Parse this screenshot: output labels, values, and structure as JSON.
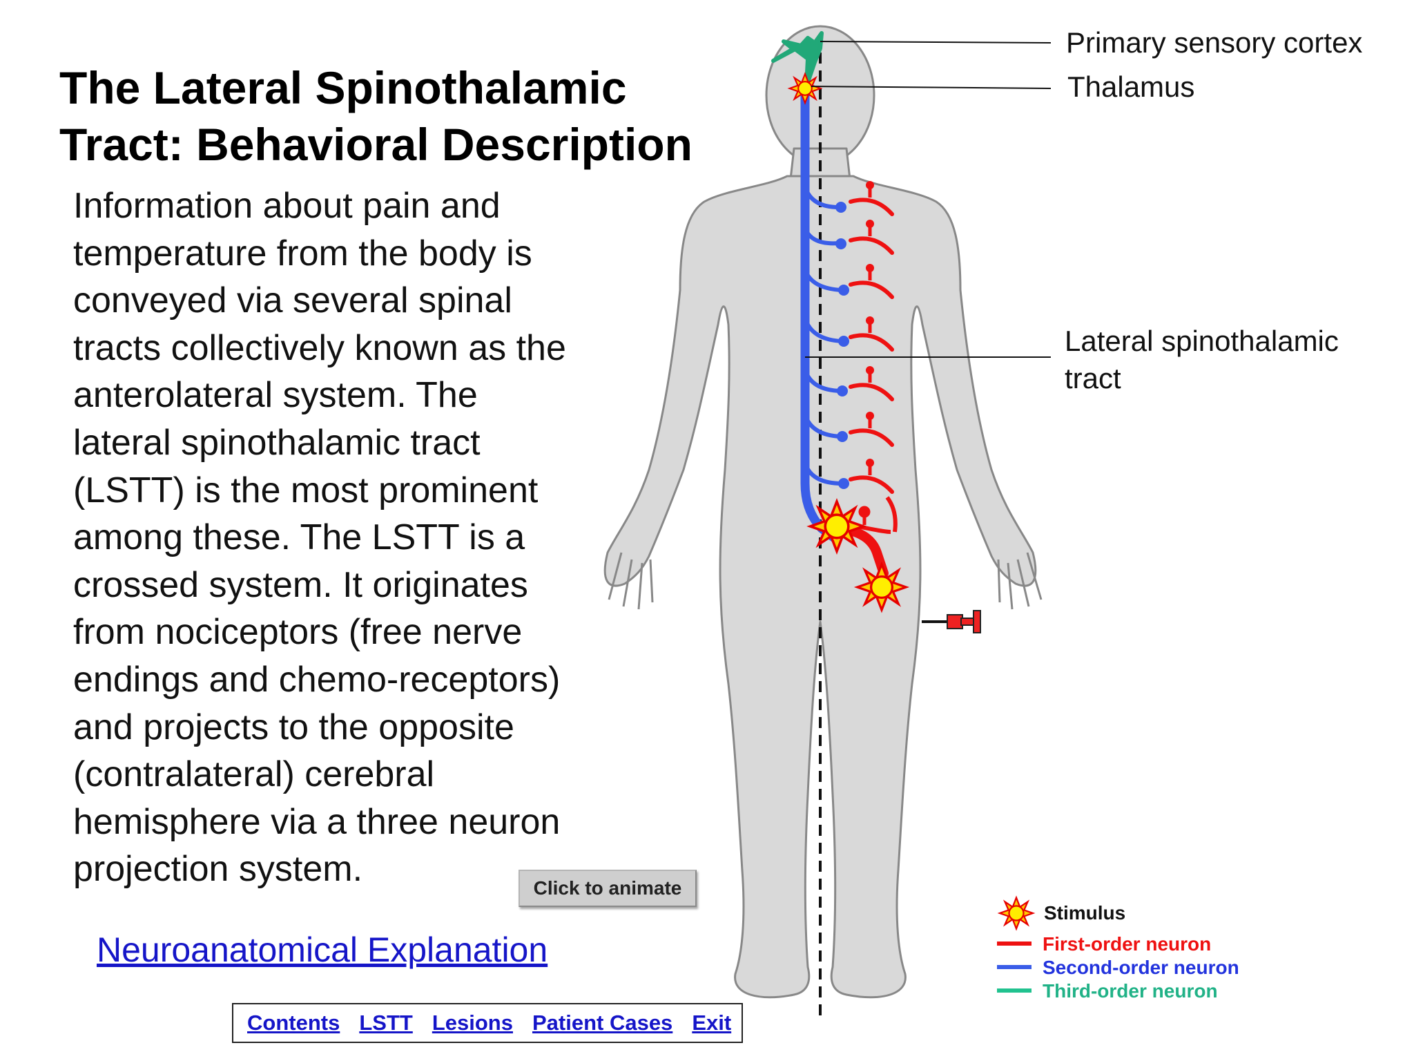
{
  "title_lines": [
    "The Lateral Spinothalamic",
    "Tract: Behavioral Description"
  ],
  "body_lines": [
    "Information about pain and",
    "temperature from the body is",
    "conveyed via several spinal",
    "tracts collectively known as the",
    "anterolateral system. The",
    "lateral spinothalamic tract",
    "(LSTT) is the most prominent",
    "among these. The LSTT is a",
    "crossed system. It originates",
    "from nociceptors (free nerve",
    "endings and chemo-receptors)",
    "and projects to the opposite",
    "(contralateral) cerebral",
    "hemisphere via a three neuron",
    "projection system."
  ],
  "animate_button": "Click to animate",
  "explanation_link": "Neuroanatomical Explanation",
  "nav": [
    "Contents",
    "LSTT",
    "Lesions",
    "Patient Cases",
    "Exit"
  ],
  "diagram_labels": {
    "cortex": "Primary sensory cortex",
    "thalamus": "Thalamus",
    "tract_line1": "Lateral spinothalamic",
    "tract_line2": "tract"
  },
  "legend": {
    "stimulus": "Stimulus",
    "first": "First-order neuron",
    "second": "Second-order neuron",
    "third": "Third-order neuron"
  },
  "colors": {
    "first_order": "#ee1111",
    "second_order": "#3a5de8",
    "third_order": "#21a878",
    "stimulus": "#ffee00",
    "body": "#d9d9d9"
  },
  "icons": [
    "stimulus-star-icon",
    "pin-icon"
  ]
}
